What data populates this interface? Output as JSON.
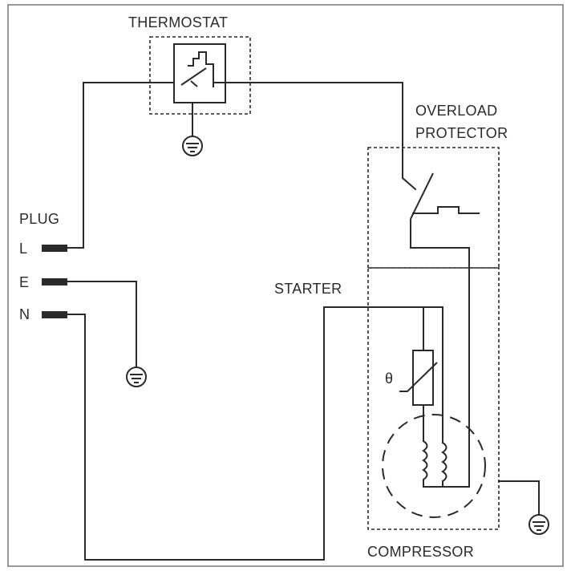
{
  "labels": {
    "thermostat": "THERMOSTAT",
    "overload_line1": "OVERLOAD",
    "overload_line2": "PROTECTOR",
    "plug": "PLUG",
    "pin_l": "L",
    "pin_e": "E",
    "pin_n": "N",
    "starter": "STARTER",
    "theta": "θ",
    "compressor": "COMPRESSOR"
  },
  "icons": {
    "ground": "ground-icon",
    "thermostat_switch": "thermostat-switch-icon",
    "overload_switch": "overload-switch-icon",
    "ptc_starter": "ptc-thermistor-icon",
    "motor_winding": "winding-coil-icon"
  },
  "colors": {
    "line": "#2a2a2a",
    "frame": "#777777",
    "background": "#ffffff"
  }
}
